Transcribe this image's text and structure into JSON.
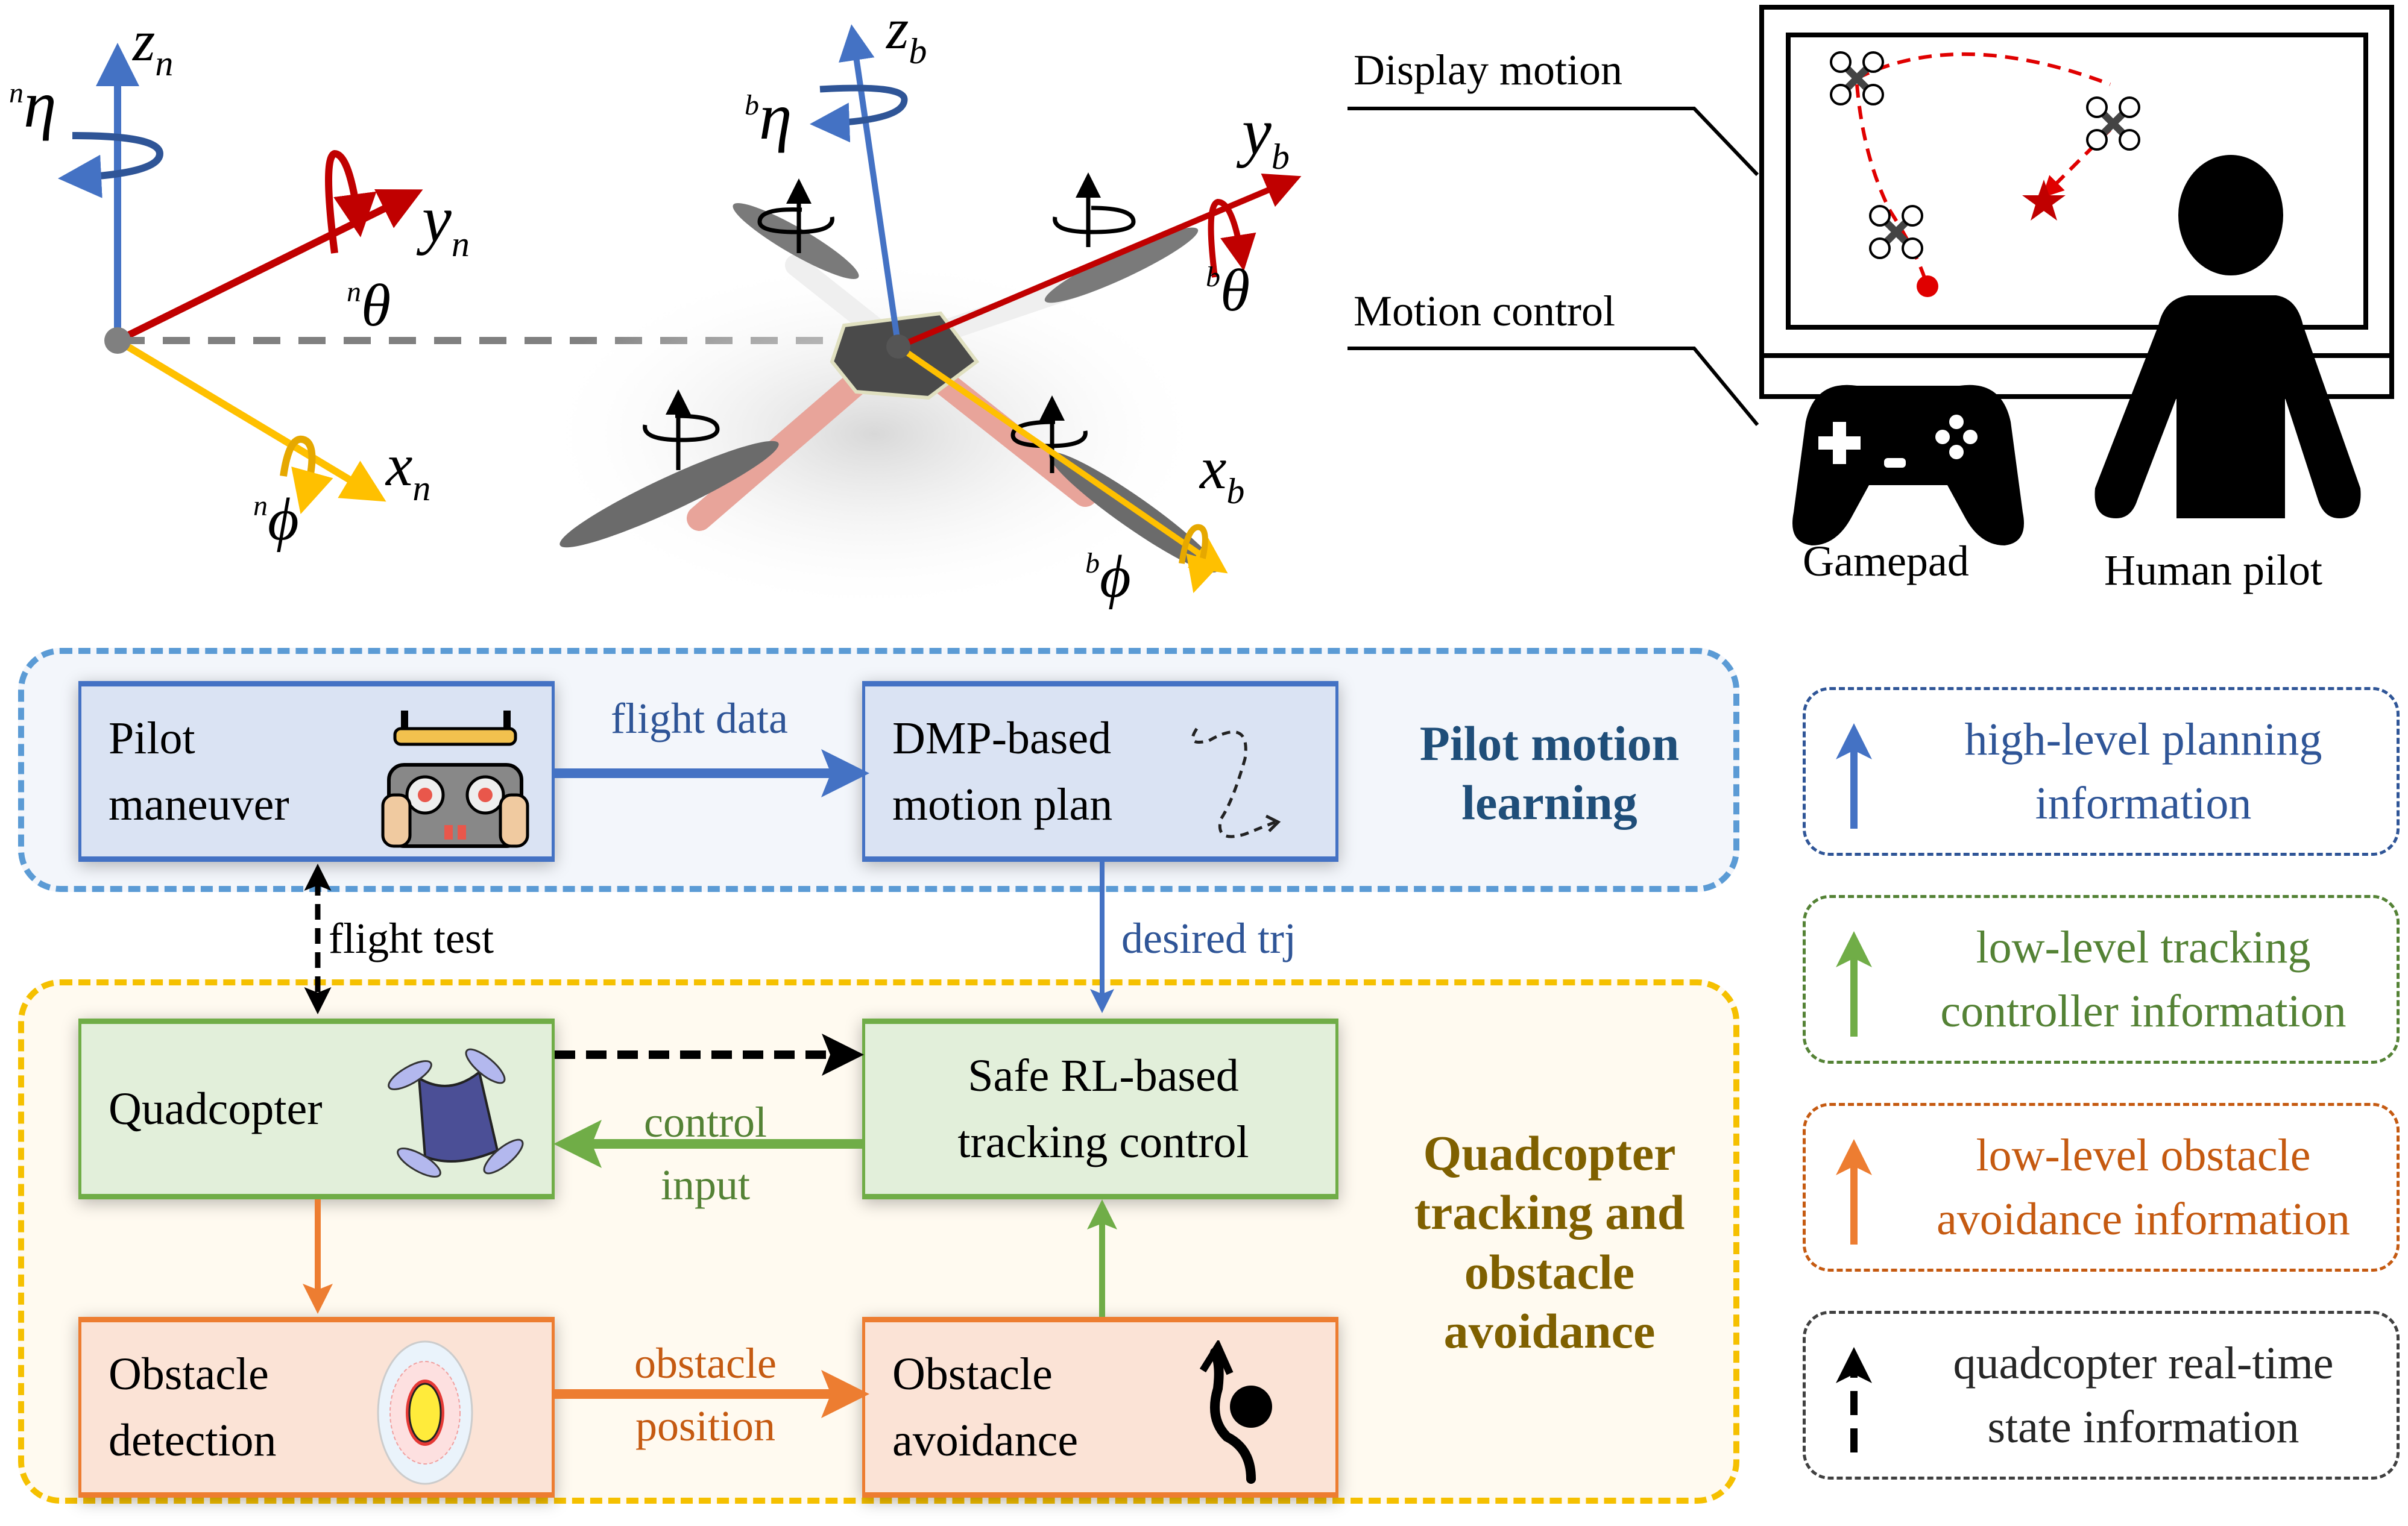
{
  "figure": {
    "inertial_frame": {
      "axes": [
        {
          "name": "z",
          "subscript": "n",
          "color": "#4472c4",
          "rotation_symbol": "η",
          "rotation_prefix": "n"
        },
        {
          "name": "y",
          "subscript": "n",
          "color": "#c00000",
          "rotation_symbol": "θ",
          "rotation_prefix": "n"
        },
        {
          "name": "x",
          "subscript": "n",
          "color": "#ffc000",
          "rotation_symbol": "ϕ",
          "rotation_prefix": "n"
        }
      ]
    },
    "body_frame": {
      "axes": [
        {
          "name": "z",
          "subscript": "b",
          "color": "#4472c4",
          "rotation_symbol": "η",
          "rotation_prefix": "b"
        },
        {
          "name": "y",
          "subscript": "b",
          "color": "#c00000",
          "rotation_symbol": "θ",
          "rotation_prefix": "b"
        },
        {
          "name": "x",
          "subscript": "b",
          "color": "#ffc000",
          "rotation_symbol": "ϕ",
          "rotation_prefix": "b"
        }
      ]
    },
    "pilot_setup": {
      "display_motion_label": "Display motion",
      "motion_control_label": "Motion control",
      "gamepad_label": "Gamepad",
      "human_pilot_label": "Human pilot"
    }
  },
  "groups": {
    "pilot_learning": {
      "title_line1": "Pilot motion",
      "title_line2": "learning",
      "border_color": "#5b9bd5"
    },
    "quad_tracking": {
      "title_line1": "Quadcopter",
      "title_line2": "tracking and",
      "title_line3": "obstacle",
      "title_line4": "avoidance",
      "border_color": "#f5c000"
    }
  },
  "blocks": {
    "pilot_maneuver": {
      "line1": "Pilot",
      "line2": "maneuver",
      "icon": "remote-controller-icon"
    },
    "dmp": {
      "line1": "DMP-based",
      "line2": "motion plan",
      "icon": "trajectory-icon"
    },
    "quadcopter": {
      "line1": "Quadcopter",
      "icon": "quadcopter-icon"
    },
    "safe_rl": {
      "line1": "Safe RL-based",
      "line2": "tracking control"
    },
    "obstacle_detection": {
      "line1": "Obstacle",
      "line2": "detection",
      "icon": "target-icon"
    },
    "obstacle_avoidance": {
      "line1": "Obstacle",
      "line2": "avoidance",
      "icon": "avoid-path-icon"
    }
  },
  "flows": {
    "flight_data": "flight data",
    "flight_test": "flight test",
    "desired_trj": "desired trj",
    "control_input_line1": "control",
    "control_input_line2": "input",
    "obstacle_position_line1": "obstacle",
    "obstacle_position_line2": "position"
  },
  "legend": [
    {
      "line1": "high-level planning",
      "line2": "information",
      "color": "#4472c4",
      "style": "solid"
    },
    {
      "line1": "low-level tracking",
      "line2": "controller information",
      "color": "#70ad47",
      "style": "solid"
    },
    {
      "line1": "low-level obstacle",
      "line2": "avoidance information",
      "color": "#ed7d31",
      "style": "solid"
    },
    {
      "line1": "quadcopter real-time",
      "line2": "state information",
      "color": "#000000",
      "style": "dashed"
    }
  ]
}
